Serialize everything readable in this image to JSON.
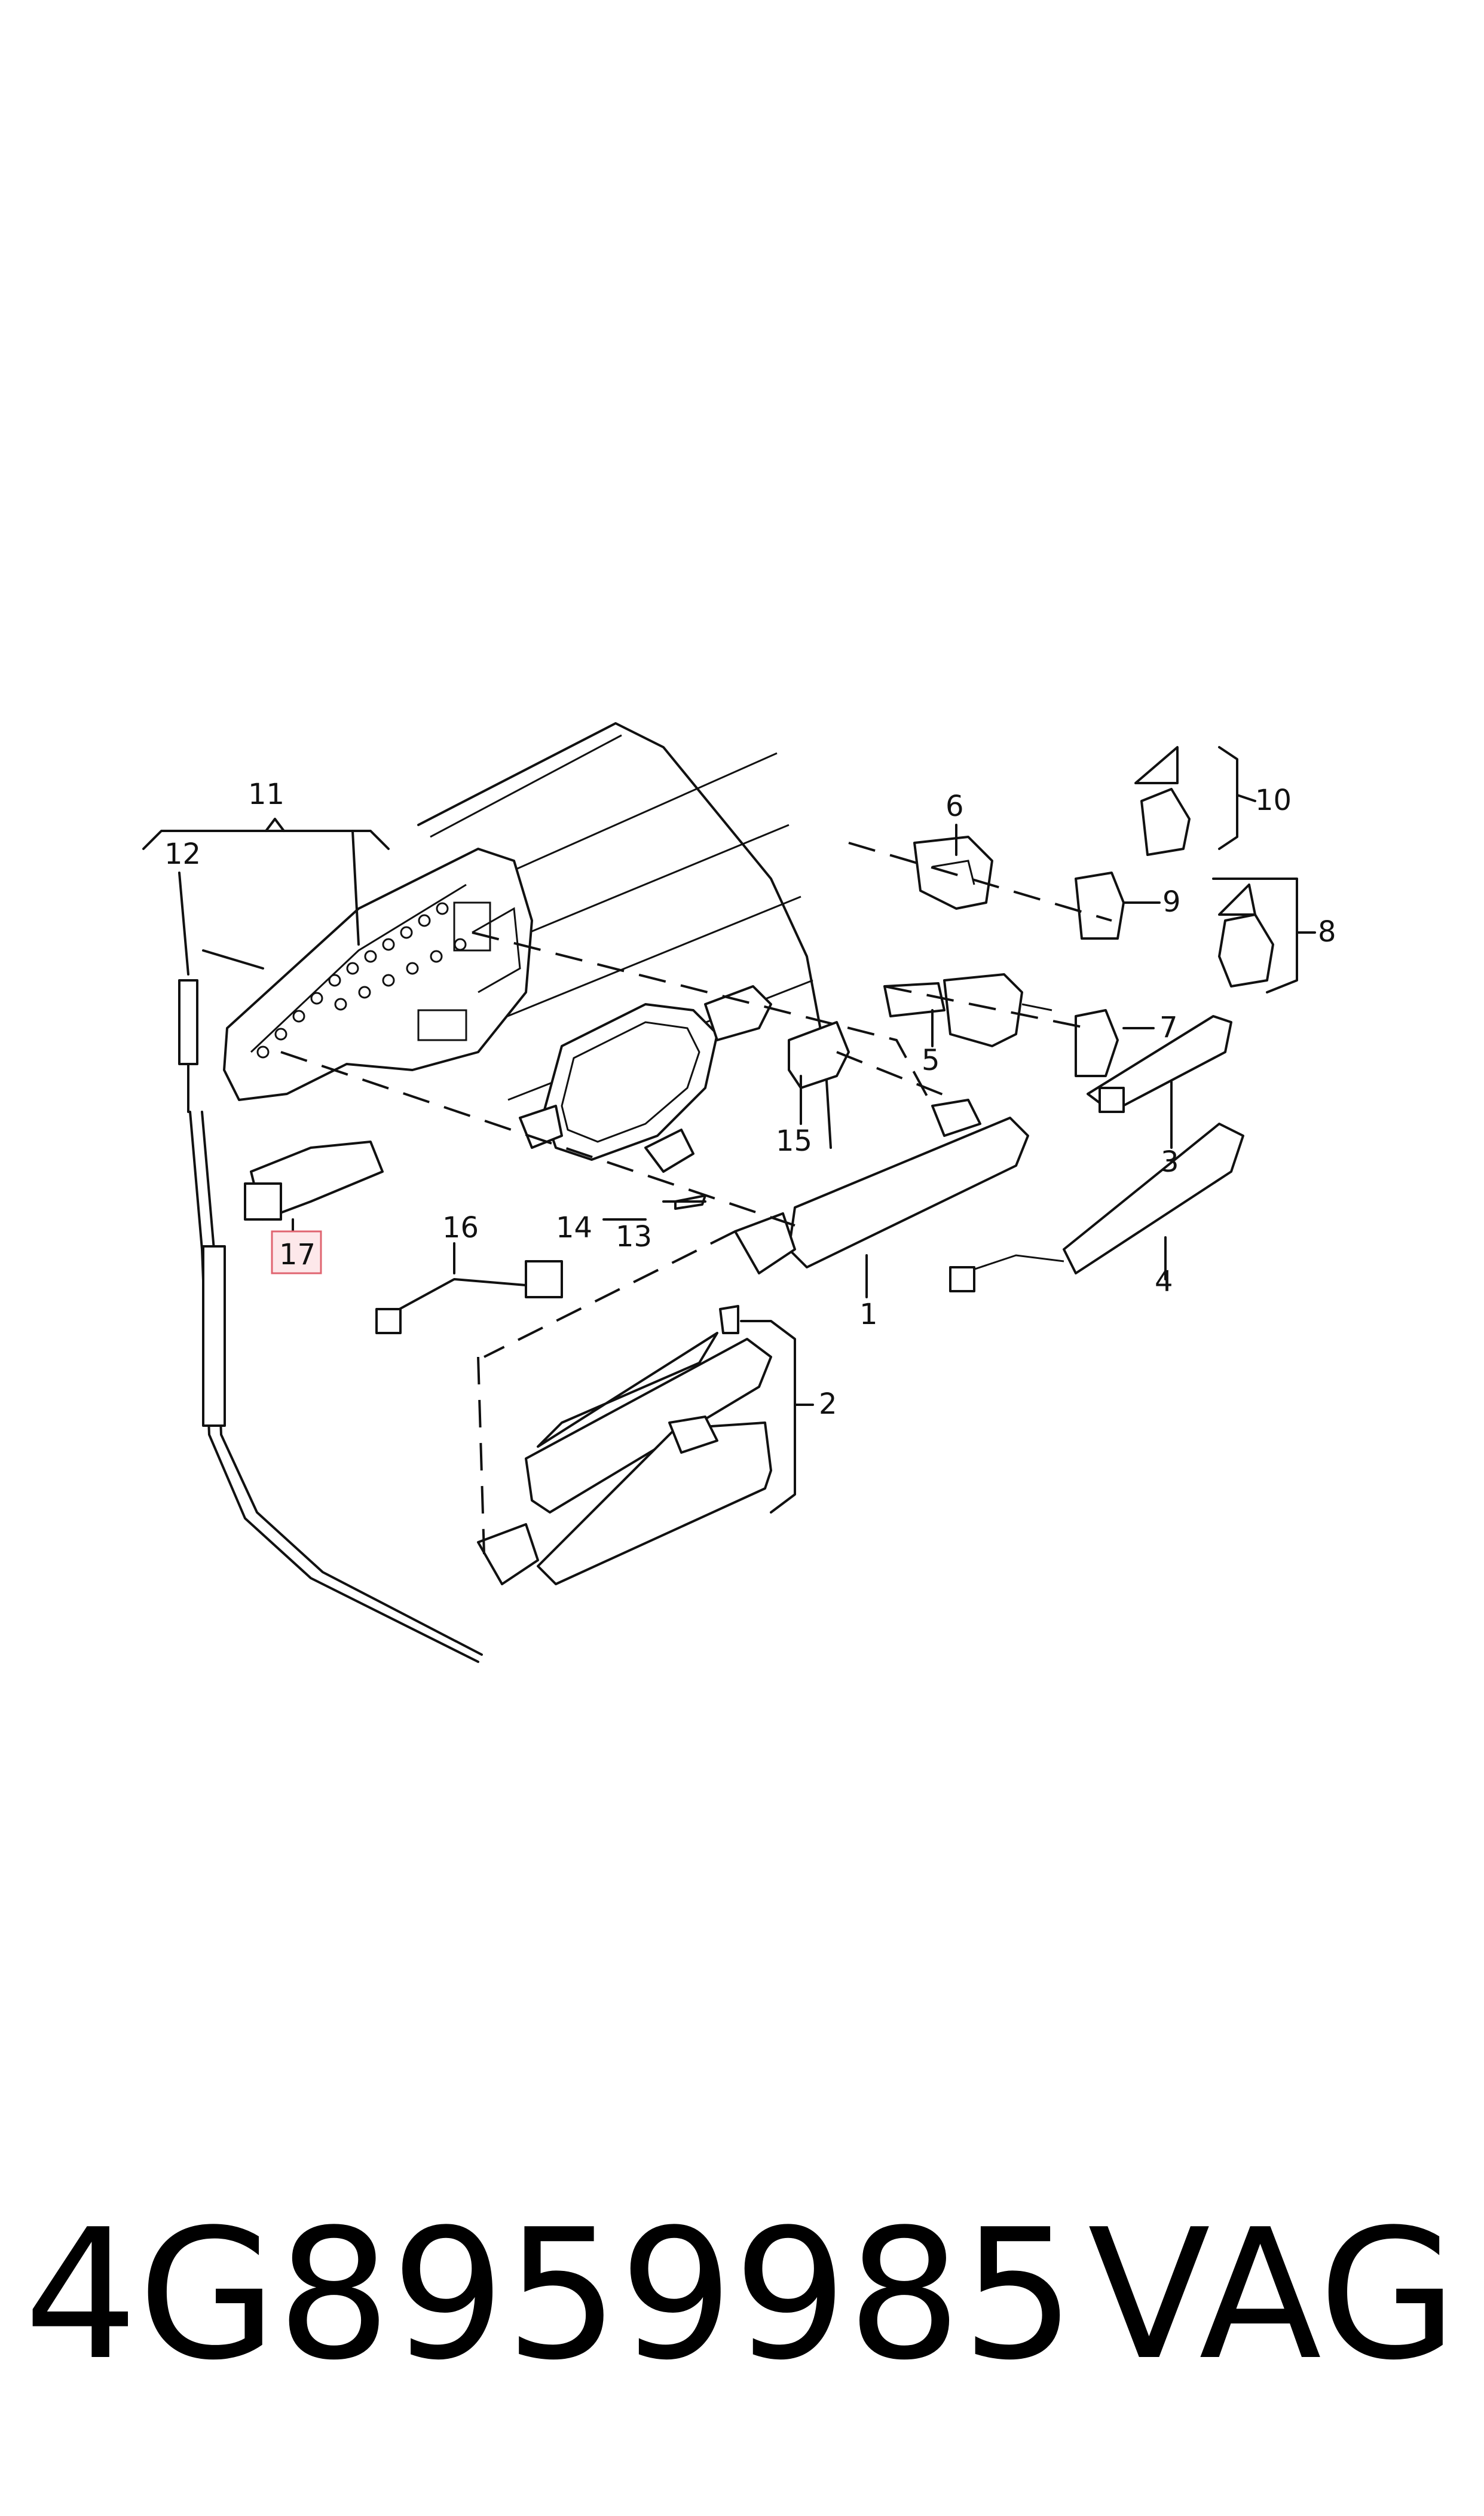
{
  "diagram": {
    "callouts": {
      "c1": "1",
      "c2": "2",
      "c3": "3",
      "c4": "4",
      "c5": "5",
      "c6": "6",
      "c7": "7",
      "c8": "8",
      "c9": "9",
      "c10": "10",
      "c11": "11",
      "c12": "12",
      "c13": "13",
      "c14": "14",
      "c15": "15",
      "c16": "16",
      "c17": "17"
    },
    "highlighted_callout": "17",
    "highlight_color": "#e06470",
    "highlight_fill": "#fde8ea"
  },
  "footer": {
    "part_number": "4G8959985",
    "brand": "VAG"
  }
}
